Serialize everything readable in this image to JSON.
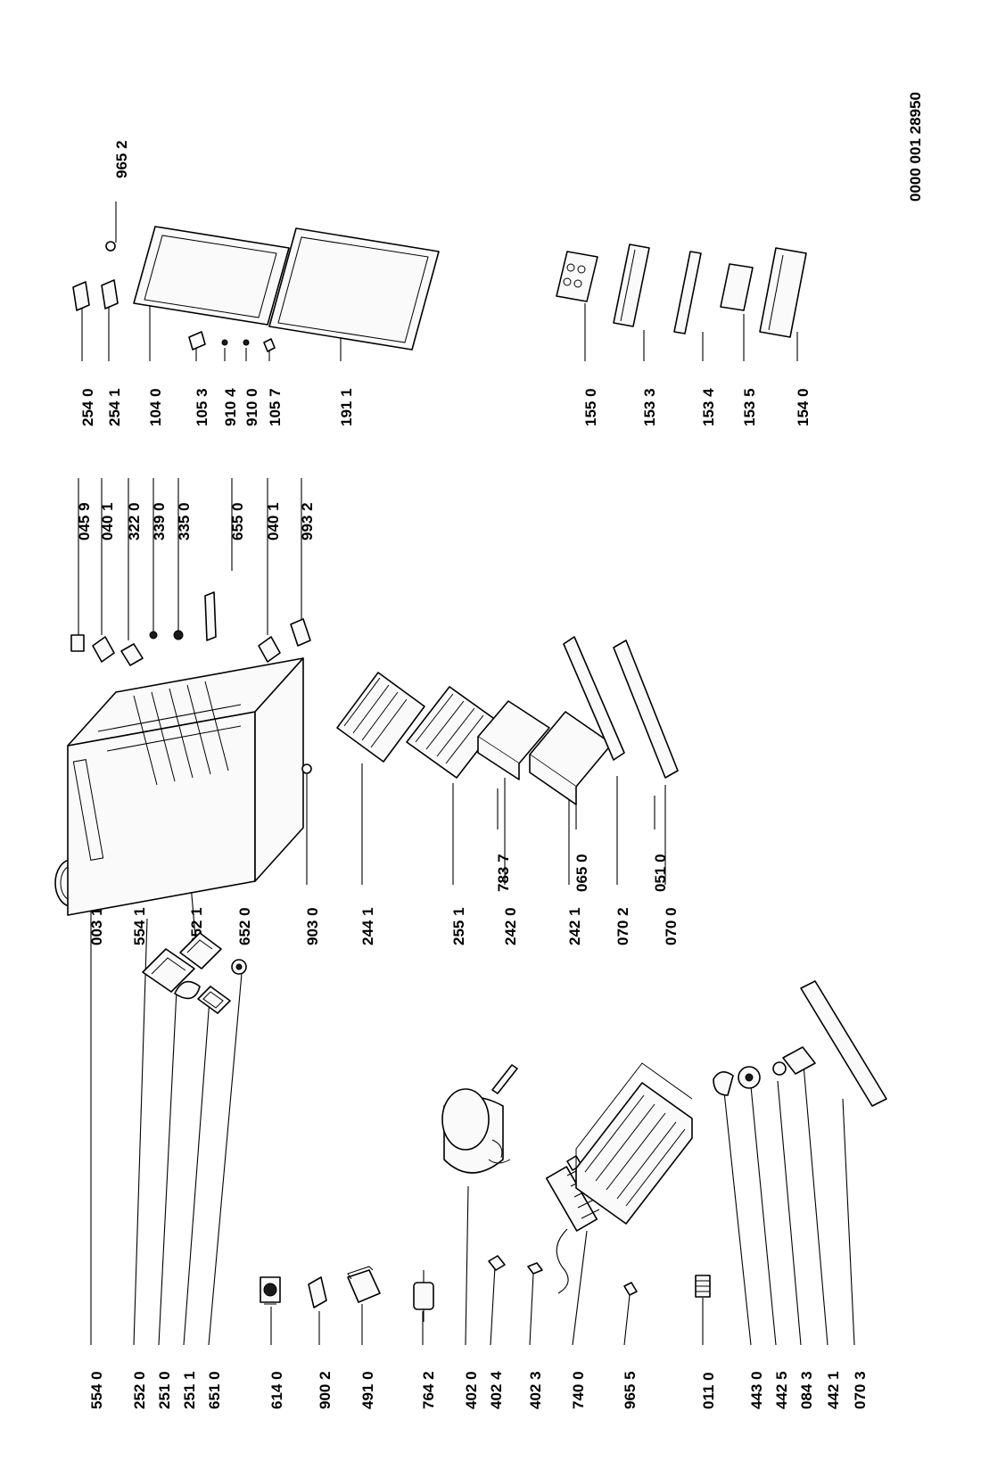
{
  "document_number": "0000 001 28950",
  "part_numbers": {
    "c554_0": "554 0",
    "c252_0": "252 0",
    "c251_0": "251 0",
    "c251_1": "251 1",
    "c651_0": "651 0",
    "c614_0": "614 0",
    "c900_2": "900 2",
    "c491_0": "491 0",
    "c764_2": "764 2",
    "c402_0": "402 0",
    "c402_4": "402 4",
    "c402_3": "402 3",
    "c740_0": "740 0",
    "c965_5": "965 5",
    "c011_0": "011 0",
    "c443_0": "443 0",
    "c442_5": "442 5",
    "c084_3": "084 3",
    "c442_1": "442 1",
    "c070_3": "070 3",
    "c554_1": "554 1",
    "c252_1": "252 1",
    "c652_0": "652 0",
    "c783_7": "783 7",
    "c065_0": "065 0",
    "c051_0": "051 0",
    "c003_1": "003 1",
    "c903_0": "903 0",
    "c244_1": "244 1",
    "c255_1": "255 1",
    "c242_0": "242 0",
    "c242_1": "242 1",
    "c070_2": "070 2",
    "c070_0": "070 0",
    "c045_9": "045 9",
    "c040_1a": "040 1",
    "c322_0": "322 0",
    "c339_0": "339 0",
    "c335_0": "335 0",
    "c655_0": "655 0",
    "c040_1b": "040 1",
    "c993_2": "993 2",
    "c254_0": "254 0",
    "c254_1": "254 1",
    "c104_0": "104 0",
    "c105_3": "105 3",
    "c910_4": "910 4",
    "c910_0": "910 0",
    "c105_7": "105 7",
    "c191_1": "191 1",
    "c965_2": "965 2",
    "c155_0": "155 0",
    "c153_3": "153 3",
    "c153_4": "153 4",
    "c153_5": "153 5",
    "c154_0": "154 0"
  }
}
